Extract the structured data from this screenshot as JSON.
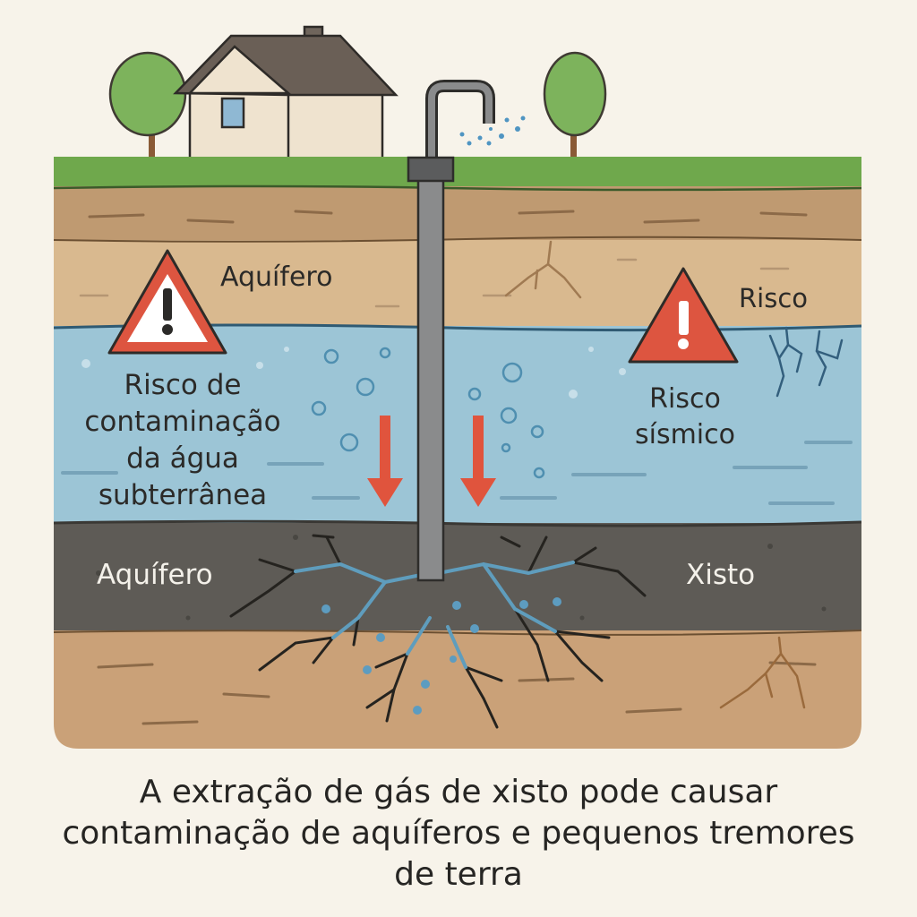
{
  "labels": {
    "aquifer_upper": "Aquífero",
    "risk_right": "Risco",
    "contamination": [
      "Risco de",
      "contaminação",
      "da água",
      "subterrânea"
    ],
    "seismic": [
      "Risco",
      "sísmico"
    ],
    "aquifer_lower": "Aquífero",
    "shale": "Xisto"
  },
  "caption": [
    "A extração de gás de xisto pode causar",
    "contaminação de aquíferos e pequenos tremores",
    "de terra"
  ],
  "icons": {
    "warning_left": "warning-triangle-icon",
    "warning_right": "warning-triangle-icon",
    "house": "house-icon",
    "tree_left": "tree-icon",
    "tree_right": "tree-icon",
    "pipe": "well-pipe-icon",
    "arrows": "down-arrow-icon"
  },
  "colors": {
    "grass": "#6fa84c",
    "soil_top": "#bf9a71",
    "sand": "#d9b98f",
    "water": "#9cc5d6",
    "shale": "#5e5b56",
    "soil_bottom": "#caa178",
    "warning": "#dd5540",
    "pipe": "#8a8b8c"
  }
}
